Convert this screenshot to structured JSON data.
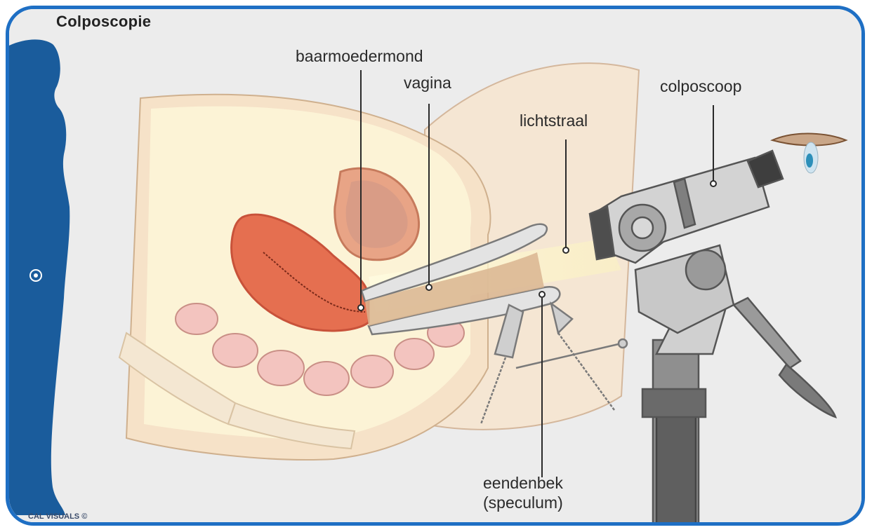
{
  "title": "Colposcopie",
  "labels": {
    "baarmoedermond": "baarmoedermond",
    "vagina": "vagina",
    "lichtstraal": "lichtstraal",
    "colposcoop": "colposcoop",
    "eendenbek_1": "eendenbek",
    "eendenbek_2": "(speculum)"
  },
  "copyright": "CAL VISUALS ©",
  "icons": {
    "nav": "radio-dot-icon",
    "silhouette": "female-silhouette-icon",
    "eye": "eye-icon"
  },
  "colors": {
    "frame": "#1e6fc4",
    "silhouette": "#1a5c9c",
    "skin": "#f6e2c8",
    "uterus": "#e56f50",
    "intestine": "#f3c4bf",
    "bone": "#f4e7d2",
    "light_beam": "#fbf4c8",
    "instrument": "#c9c9c9"
  }
}
